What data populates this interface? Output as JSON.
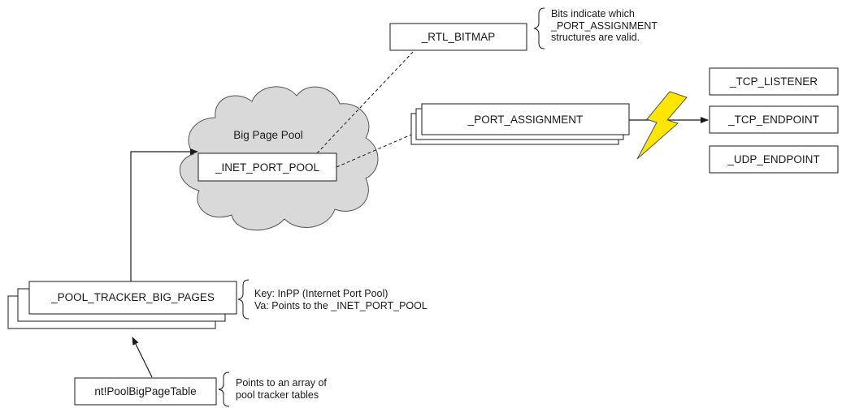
{
  "boxes": {
    "rtl_bitmap": "_RTL_BITMAP",
    "port_assignment": "_PORT_ASSIGNMENT",
    "tcp_listener": "_TCP_LISTENER",
    "tcp_endpoint": "_TCP_ENDPOINT",
    "udp_endpoint": "_UDP_ENDPOINT",
    "inet_port_pool": "_INET_PORT_POOL",
    "pool_tracker_big_pages": "_POOL_TRACKER_BIG_PAGES",
    "pool_big_page_table": "nt!PoolBigPageTable"
  },
  "cloud_label": "Big Page Pool",
  "notes": {
    "rtl_bitmap": [
      "Bits indicate which",
      "_PORT_ASSIGNMENT",
      "structures are valid."
    ],
    "pool_tracker": [
      "Key: InPP (Internet Port Pool)",
      "Va: Points to the _INET_PORT_POOL"
    ],
    "pool_big_page_table": [
      "Points to an array of",
      "pool tracker tables"
    ]
  },
  "colors": {
    "cloud_fill": "#d9d9d9",
    "lightning_fill": "#ffe600",
    "lightning_stroke": "#555555"
  }
}
